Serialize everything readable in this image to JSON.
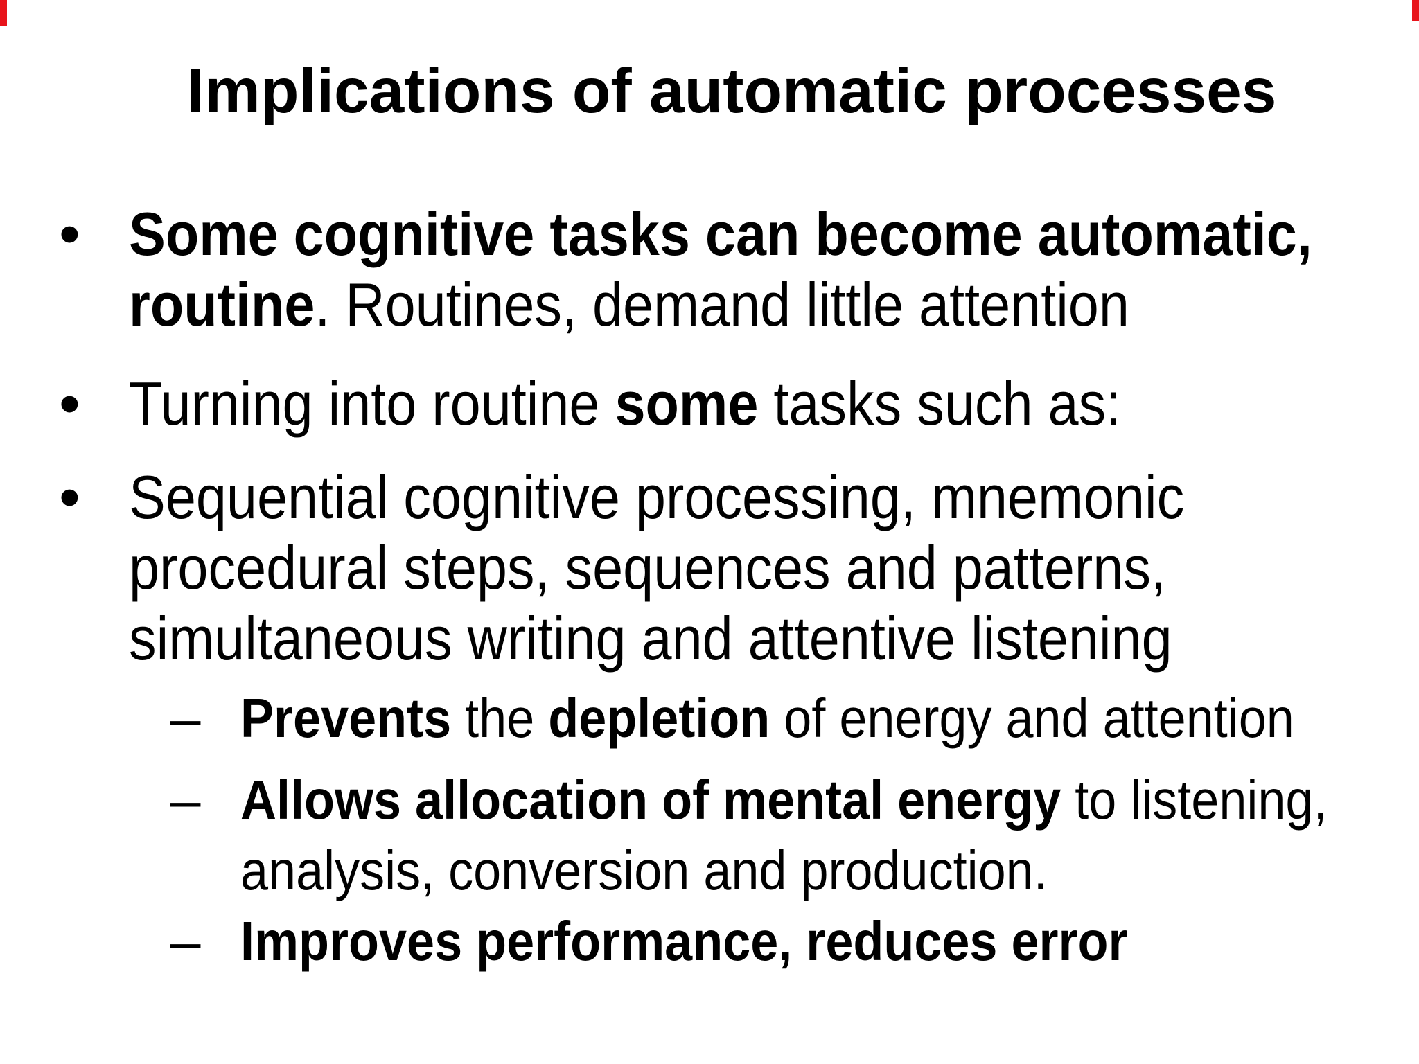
{
  "slide": {
    "background": "#ffffff",
    "text_color": "#000000",
    "edge_mark_color": "#e8141b",
    "title": "Implications of automatic processes",
    "bullets": [
      {
        "level": 1,
        "marker": "•",
        "lines": [
          [
            {
              "t": "Some cognitive tasks can become automatic,",
              "b": true
            }
          ],
          [
            {
              "t": "routine",
              "b": true
            },
            {
              "t": ". Routines, demand little attention",
              "b": false
            }
          ]
        ]
      },
      {
        "level": 1,
        "marker": "•",
        "lines": [
          [
            {
              "t": "Turning into routine ",
              "b": false
            },
            {
              "t": "some",
              "b": true
            },
            {
              "t": " tasks such as:",
              "b": false
            }
          ]
        ]
      },
      {
        "level": 1,
        "marker": "•",
        "lines": [
          [
            {
              "t": "Sequential cognitive processing, mnemonic",
              "b": false
            }
          ],
          [
            {
              "t": "procedural steps, sequences and patterns,",
              "b": false
            }
          ],
          [
            {
              "t": "simultaneous writing and attentive listening",
              "b": false
            }
          ]
        ]
      },
      {
        "level": 2,
        "marker": "–",
        "lines": [
          [
            {
              "t": "Prevents",
              "b": true
            },
            {
              "t": " the ",
              "b": false
            },
            {
              "t": "depletion",
              "b": true
            },
            {
              "t": " of energy and attention",
              "b": false
            }
          ]
        ]
      },
      {
        "level": 2,
        "marker": "–",
        "lines": [
          [
            {
              "t": "Allows allocation of mental energy",
              "b": true
            },
            {
              "t": " to listening,",
              "b": false
            }
          ],
          [
            {
              "t": "analysis, conversion and production.",
              "b": false
            }
          ]
        ]
      },
      {
        "level": 2,
        "marker": "–",
        "lines": [
          [
            {
              "t": "Improves performance, reduces error",
              "b": true
            }
          ]
        ]
      }
    ]
  }
}
